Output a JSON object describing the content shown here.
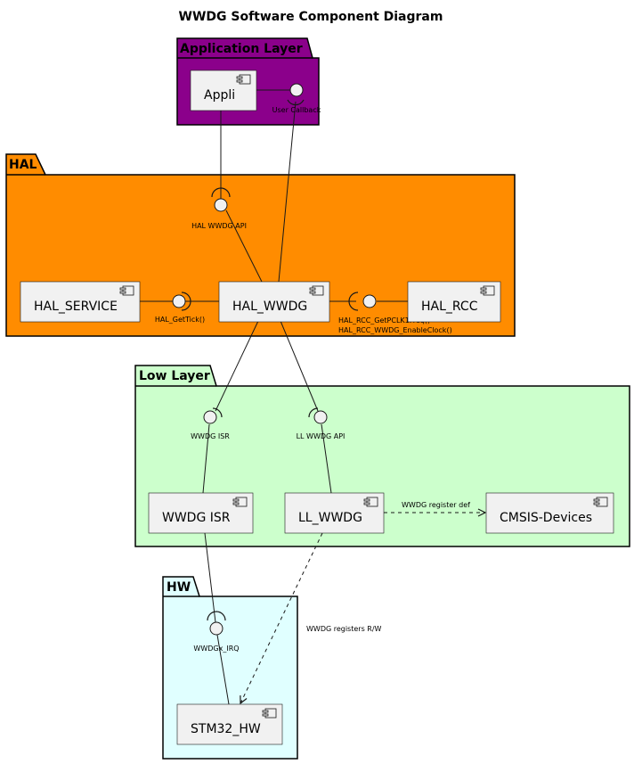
{
  "title": "WWDG Software Component Diagram",
  "packages": {
    "app": {
      "label": "Application Layer",
      "color": "#8B008B"
    },
    "hal": {
      "label": "HAL",
      "color": "#FF8C00"
    },
    "low": {
      "label": "Low Layer",
      "color": "#CCFFCC"
    },
    "hw": {
      "label": "HW",
      "color": "#E0FFFF"
    }
  },
  "components": {
    "appli": "Appli",
    "hal_service": "HAL_SERVICE",
    "hal_wwdg": "HAL_WWDG",
    "hal_rcc": "HAL_RCC",
    "wwdg_isr": "WWDG ISR",
    "ll_wwdg": "LL_WWDG",
    "cmsis": "CMSIS-Devices",
    "stm32_hw": "STM32_HW"
  },
  "interfaces": {
    "user_callback": "User Callback",
    "hal_wwdg_api": "HAL WWDG API",
    "hal_gettick": "HAL_GetTick()",
    "hal_rcc_line1": "HAL_RCC_GetPCLK1Freq()",
    "hal_rcc_line2": "HAL_RCC_WWDG_EnableClock()",
    "wwdg_isr_if": "WWDG ISR",
    "ll_wwdg_api": "LL WWDG API",
    "irq": "WWDGx_IRQ"
  },
  "edges": {
    "register_def": "WWDG register def",
    "registers_rw": "WWDG registers R/W"
  }
}
